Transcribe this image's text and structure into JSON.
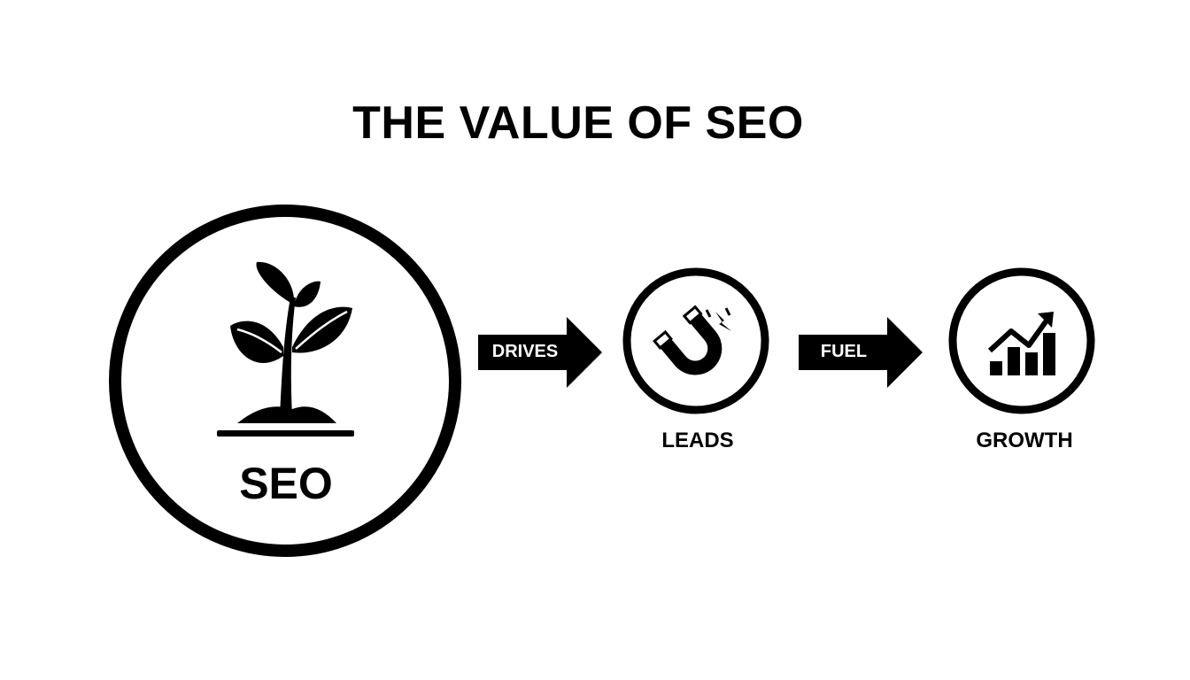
{
  "title": "THE VALUE OF SEO",
  "nodes": {
    "seo": {
      "label": "SEO",
      "icon": "sprout-icon"
    },
    "leads": {
      "label": "LEADS",
      "icon": "magnet-icon"
    },
    "growth": {
      "label": "GROWTH",
      "icon": "growth-chart-icon"
    }
  },
  "connectors": {
    "drives": {
      "label": "DRIVES"
    },
    "fuel": {
      "label": "FUEL"
    }
  },
  "colors": {
    "foreground": "#000000",
    "background": "#ffffff"
  }
}
